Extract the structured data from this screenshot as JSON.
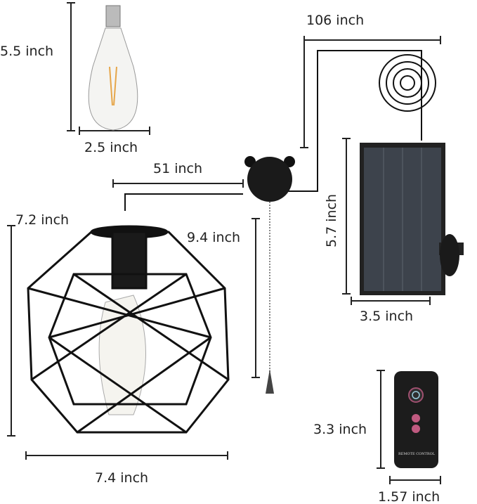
{
  "dimensions": {
    "bulb_height": "5.5 inch",
    "bulb_width": "2.5 inch",
    "panel_cable": "106 inch",
    "lamp_cable": "51 inch",
    "pull_chain": "9.4 inch",
    "shade_height": "7.2 inch",
    "shade_width": "7.4 inch",
    "panel_height": "5.7 inch",
    "panel_width": "3.5 inch",
    "remote_height": "3.3 inch",
    "remote_width": "1.57 inch"
  },
  "remote": {
    "label": "REMOTE CONTROL"
  }
}
